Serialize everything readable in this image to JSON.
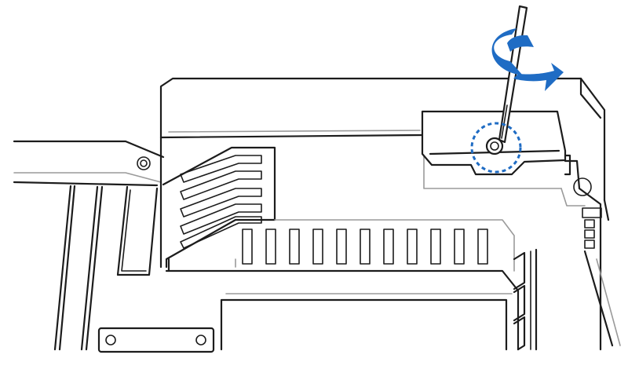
{
  "diagram": {
    "subject": "screwdriver-loosening-screw-on-bracket",
    "icons": [
      "screwdriver-icon",
      "rotate-arrow-icon",
      "screw-highlight-icon"
    ],
    "colors": {
      "outline": "#1c1c1c",
      "hidden_edge": "#9a9a9a",
      "highlight": "#1f6cc4",
      "rotation_arrow": "#1f6cc4",
      "background": "#ffffff"
    },
    "highlight_style": "dashed-circle",
    "rotation_direction": "counterclockwise",
    "vent_slot_count": 11,
    "card_finger_count": 5
  }
}
